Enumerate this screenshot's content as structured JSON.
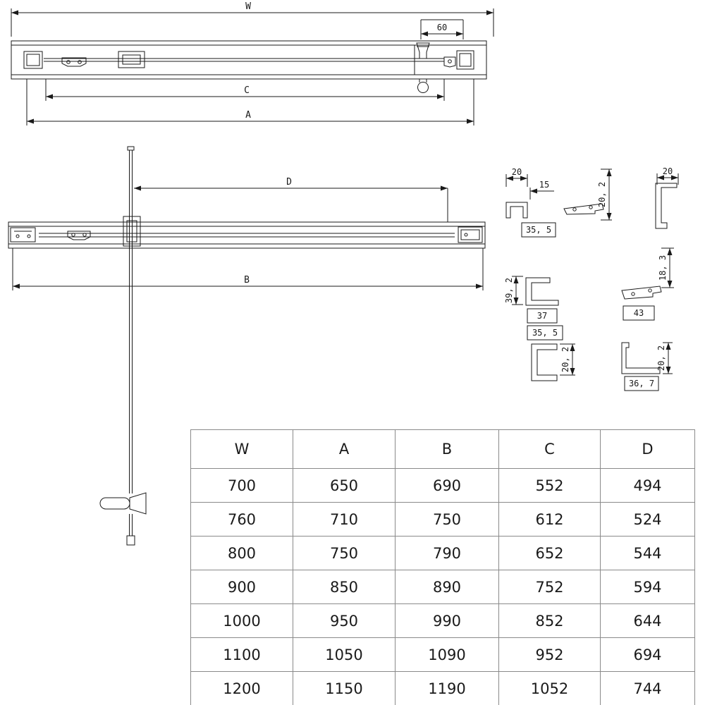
{
  "drawings": {
    "top_view": {
      "w": "W",
      "offset_60": "60",
      "c": "C",
      "a": "A"
    },
    "front_view": {
      "d": "D",
      "b": "B"
    },
    "profiles": {
      "p1_width": "20",
      "p1_offset": "15",
      "p1_depth": "20, 2",
      "p1_overall": "35, 5",
      "p2_width": "20",
      "p3_height": "18, 3",
      "p3_width": "43",
      "p4_height": "39, 2",
      "p4_width": "37",
      "p5_width": "35, 5",
      "p5_depth": "20, 2",
      "p6_depth": "20, 2",
      "p6_width": "36, 7"
    }
  },
  "table": {
    "headers": [
      "W",
      "A",
      "B",
      "C",
      "D"
    ],
    "rows": [
      [
        "700",
        "650",
        "690",
        "552",
        "494"
      ],
      [
        "760",
        "710",
        "750",
        "612",
        "524"
      ],
      [
        "800",
        "750",
        "790",
        "652",
        "544"
      ],
      [
        "900",
        "850",
        "890",
        "752",
        "594"
      ],
      [
        "1000",
        "950",
        "990",
        "852",
        "644"
      ],
      [
        "1100",
        "1050",
        "1090",
        "952",
        "694"
      ],
      [
        "1200",
        "1150",
        "1190",
        "1052",
        "744"
      ]
    ]
  }
}
